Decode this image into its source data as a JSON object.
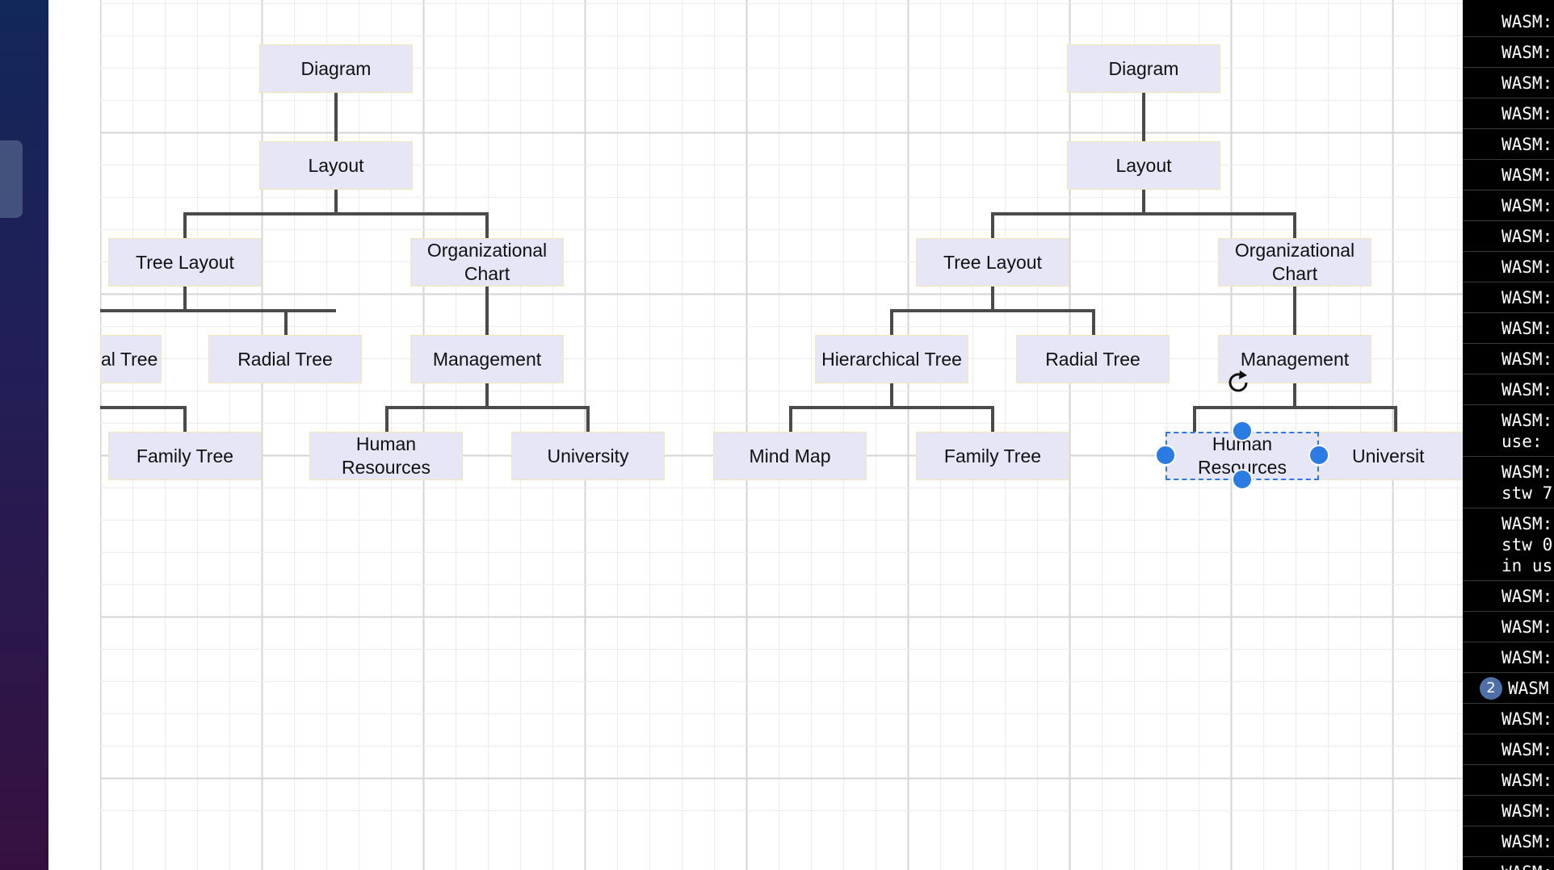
{
  "colors": {
    "node_fill": "#e6e6f7",
    "node_border": "#f5e6b8",
    "connector": "#4a4a4a",
    "selection": "#2b7be4",
    "console_bg": "#000000"
  },
  "diagram_left": {
    "nodes": {
      "diagram": "Diagram",
      "layout": "Layout",
      "tree_layout": "Tree Layout",
      "org_chart": "Organizational\nChart",
      "hierarchical_tree": "al Tree",
      "radial_tree": "Radial Tree",
      "management": "Management",
      "family_tree": "Family Tree",
      "human_resources": "Human\nResources",
      "university": "University"
    }
  },
  "diagram_right": {
    "nodes": {
      "diagram": "Diagram",
      "layout": "Layout",
      "tree_layout": "Tree Layout",
      "org_chart": "Organizational\nChart",
      "hierarchical_tree": "Hierarchical Tree",
      "radial_tree": "Radial Tree",
      "management": "Management",
      "mind_map": "Mind Map",
      "family_tree": "Family Tree",
      "human_resources": "Human\nResources",
      "university": "Universit"
    },
    "selected_node": "human_resources"
  },
  "console": {
    "badge_count": "2",
    "rows": [
      "WASM:",
      "WASM:",
      "WASM:",
      "WASM:",
      "WASM:",
      "WASM:",
      "WASM:",
      "WASM:",
      "WASM:",
      "WASM:",
      "WASM:",
      "WASM:",
      "WASM:",
      "WASM:\nuse:",
      "WASM:\nstw 7",
      "WASM:\nstw 0\nin us",
      "WASM:",
      "WASM:",
      "WASM:",
      "WASM",
      "WASM:",
      "WASM:",
      "WASM:",
      "WASM:",
      "WASM:",
      "WASM:"
    ]
  }
}
